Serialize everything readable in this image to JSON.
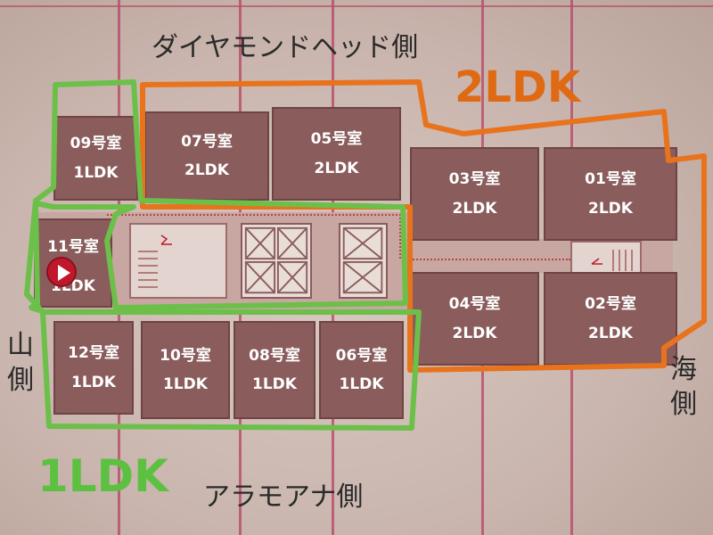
{
  "sides": {
    "top": "ダイヤモンドヘッド側",
    "bottom": "アラモアナ側",
    "left_line1": "山",
    "left_line2": "側",
    "right_line1": "海",
    "right_line2": "側"
  },
  "groups": {
    "one_ldk": "1LDK",
    "two_ldk": "2LDK"
  },
  "colors": {
    "one_ldk_outline": "#6cc04a",
    "two_ldk_outline": "#e8731c",
    "one_ldk_text": "#5cc041",
    "two_ldk_text": "#e06a14"
  },
  "rooms": {
    "r09": {
      "no": "09号室",
      "type": "1LDK"
    },
    "r07": {
      "no": "07号室",
      "type": "2LDK"
    },
    "r05": {
      "no": "05号室",
      "type": "2LDK"
    },
    "r03": {
      "no": "03号室",
      "type": "2LDK"
    },
    "r01": {
      "no": "01号室",
      "type": "2LDK"
    },
    "r11": {
      "no": "11号室",
      "type": "1LDK"
    },
    "r04": {
      "no": "04号室",
      "type": "2LDK"
    },
    "r02": {
      "no": "02号室",
      "type": "2LDK"
    },
    "r12": {
      "no": "12号室",
      "type": "1LDK"
    },
    "r10": {
      "no": "10号室",
      "type": "1LDK"
    },
    "r08": {
      "no": "08号室",
      "type": "1LDK"
    },
    "r06": {
      "no": "06号室",
      "type": "1LDK"
    }
  },
  "icons": [
    "play-icon",
    "elevator-icon",
    "stairs-icon"
  ]
}
